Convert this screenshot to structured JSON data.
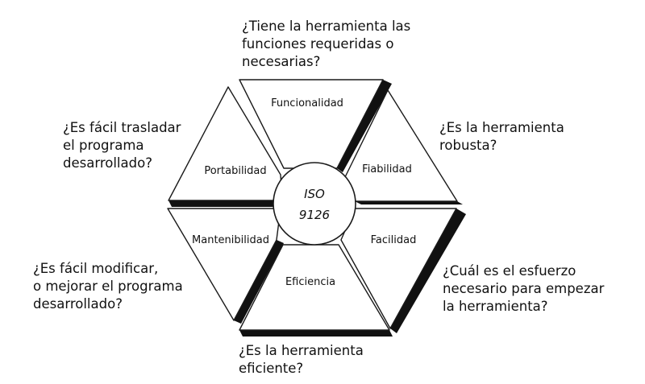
{
  "center": {
    "line1": "ISO",
    "line2": "9126"
  },
  "segments": [
    {
      "id": "funcionalidad",
      "label": "Funcionalidad"
    },
    {
      "id": "fiabilidad",
      "label": "Fiabilidad"
    },
    {
      "id": "facilidad",
      "label": "Facilidad"
    },
    {
      "id": "eficiencia",
      "label": "Eficiencia"
    },
    {
      "id": "mantenibilidad",
      "label": "Mantenibilidad"
    },
    {
      "id": "portabilidad",
      "label": "Portabilidad"
    }
  ],
  "questions": {
    "funcionalidad": [
      "¿Tiene la herramienta las",
      "funciones requeridas o",
      "necesarias?"
    ],
    "fiabilidad": [
      "¿Es la herramienta",
      "robusta?"
    ],
    "facilidad": [
      "¿Cuál es el esfuerzo",
      "necesario para empezar",
      "la herramienta?"
    ],
    "eficiencia": [
      "¿Es la herramienta",
      "eficiente?"
    ],
    "mantenibilidad": [
      "¿Es fácil modificar,",
      "o mejorar el programa",
      "desarrollado?"
    ],
    "portabilidad": [
      "¿Es fácil trasladar",
      "el programa",
      "desarrollado?"
    ]
  },
  "colors": {
    "outline": "#1a1a1a",
    "shadow": "#111111",
    "fill": "#ffffff",
    "text": "#111111"
  }
}
